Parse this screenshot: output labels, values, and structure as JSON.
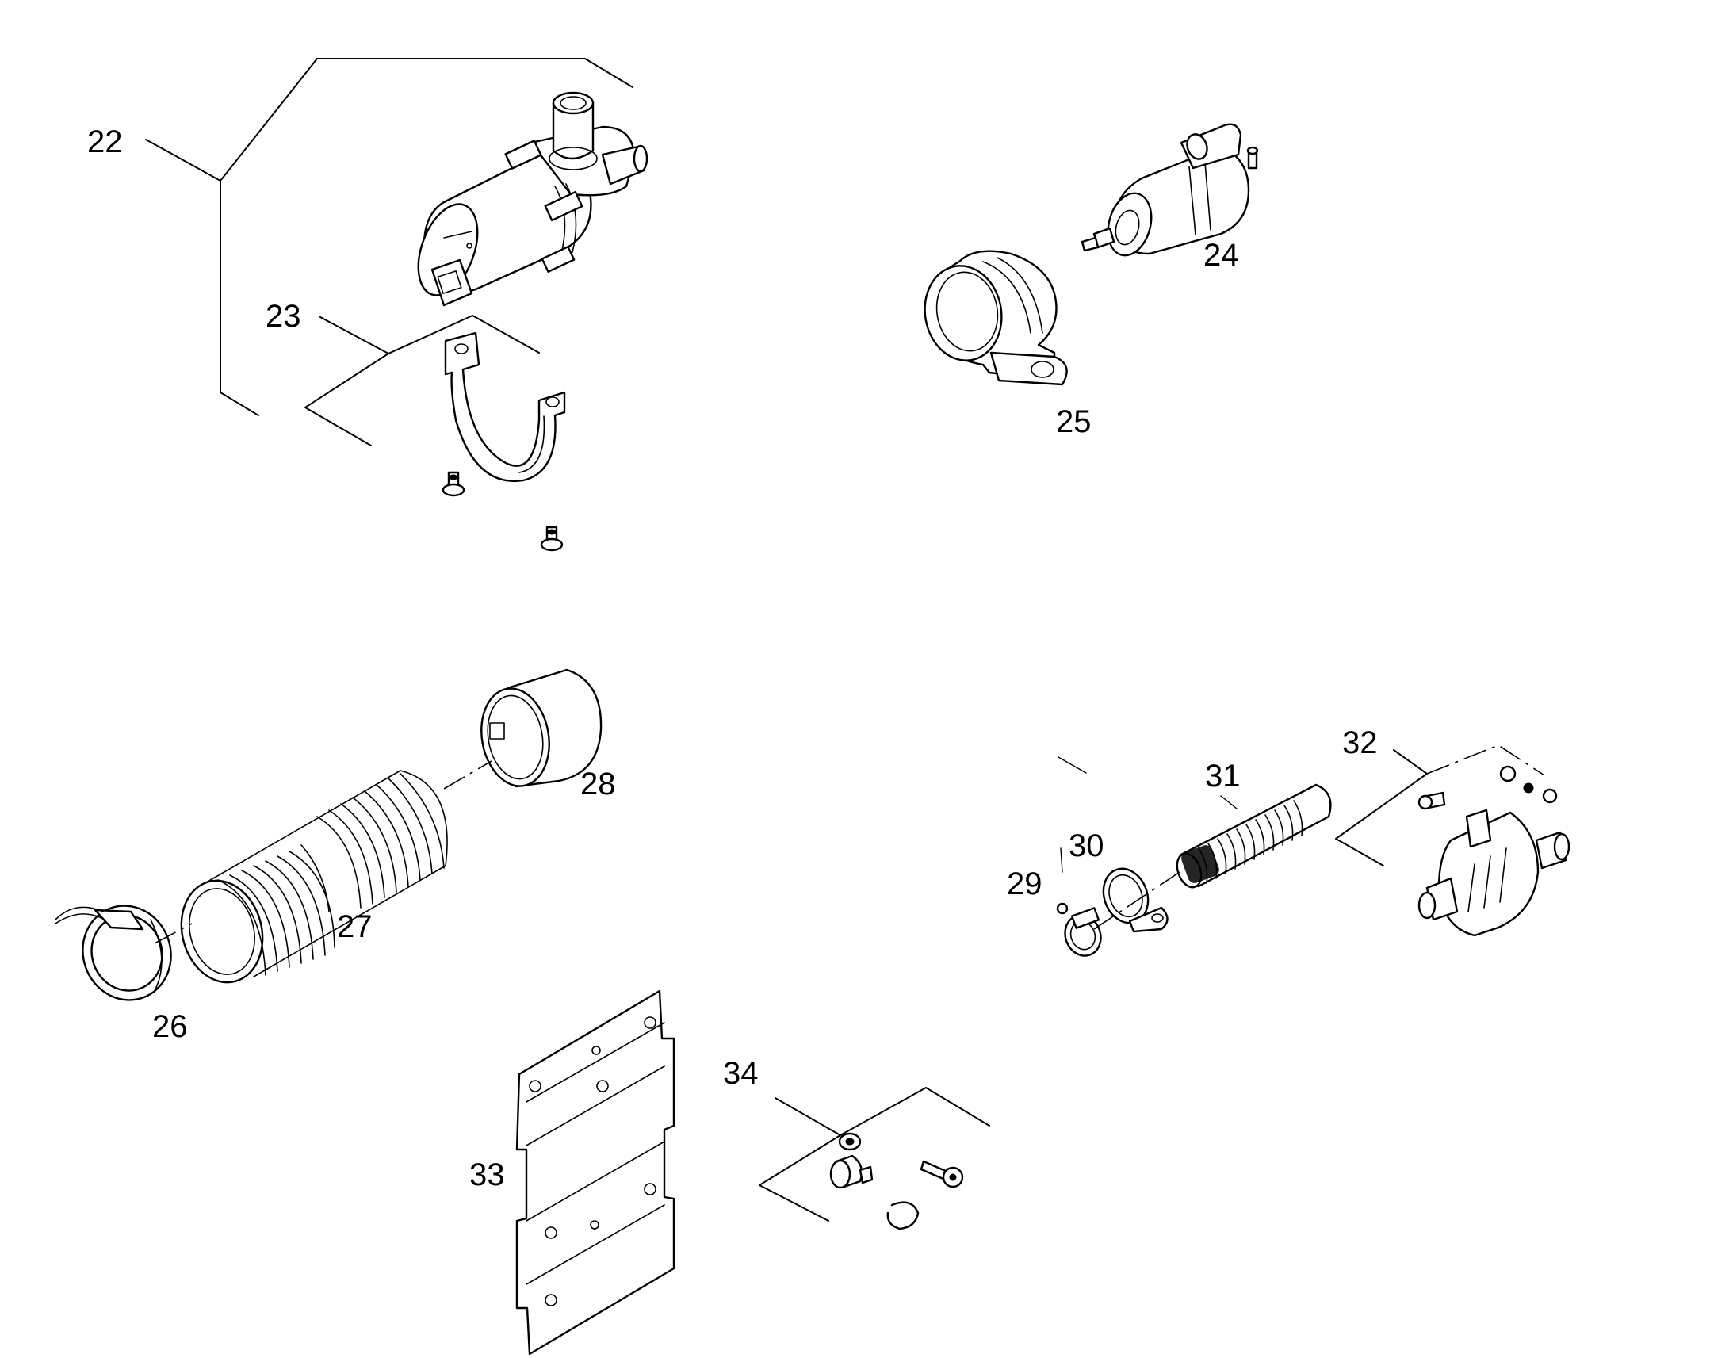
{
  "callouts": {
    "c22": "22",
    "c23": "23",
    "c24": "24",
    "c25": "25",
    "c26": "26",
    "c27": "27",
    "c28": "28",
    "c29": "29",
    "c30": "30",
    "c31": "31",
    "c32": "32",
    "c33": "33",
    "c34": "34"
  },
  "colors": {
    "line": "#000000",
    "background": "#ffffff"
  }
}
